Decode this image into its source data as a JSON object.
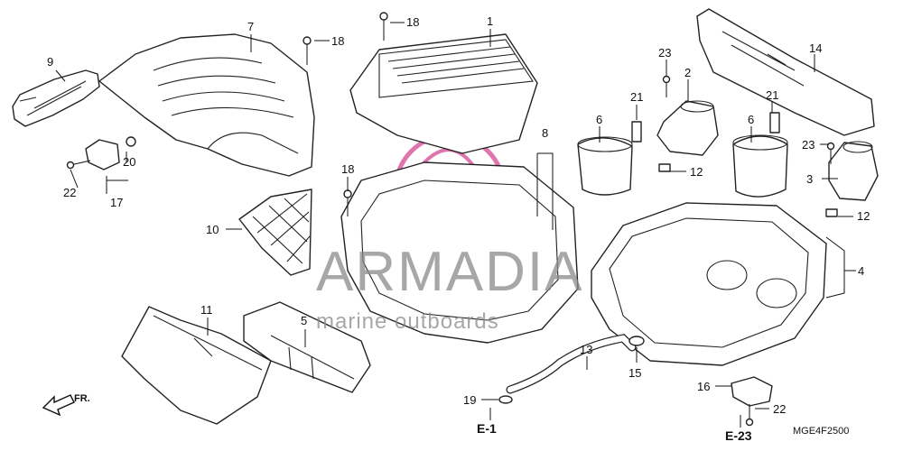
{
  "callouts": {
    "c1": "1",
    "c2": "2",
    "c3": "3",
    "c4": "4",
    "c5": "5",
    "c6a": "6",
    "c6b": "6",
    "c7": "7",
    "c8": "8",
    "c9": "9",
    "c10": "10",
    "c11": "11",
    "c12a": "12",
    "c12b": "12",
    "c13": "13",
    "c14": "14",
    "c15": "15",
    "c16": "16",
    "c17": "17",
    "c18a": "18",
    "c18b": "18",
    "c18c": "18",
    "c19": "19",
    "c20": "20",
    "c21a": "21",
    "c21b": "21",
    "c22a": "22",
    "c22b": "22",
    "c23a": "23",
    "c23b": "23"
  },
  "references": {
    "e1": "E-1",
    "e23": "E-23"
  },
  "direction_label": "FR.",
  "diagram_code": "MGE4F2500",
  "watermark": {
    "brand": "ARMADIA",
    "tagline": "marine outboards",
    "color": "#d9539a"
  }
}
